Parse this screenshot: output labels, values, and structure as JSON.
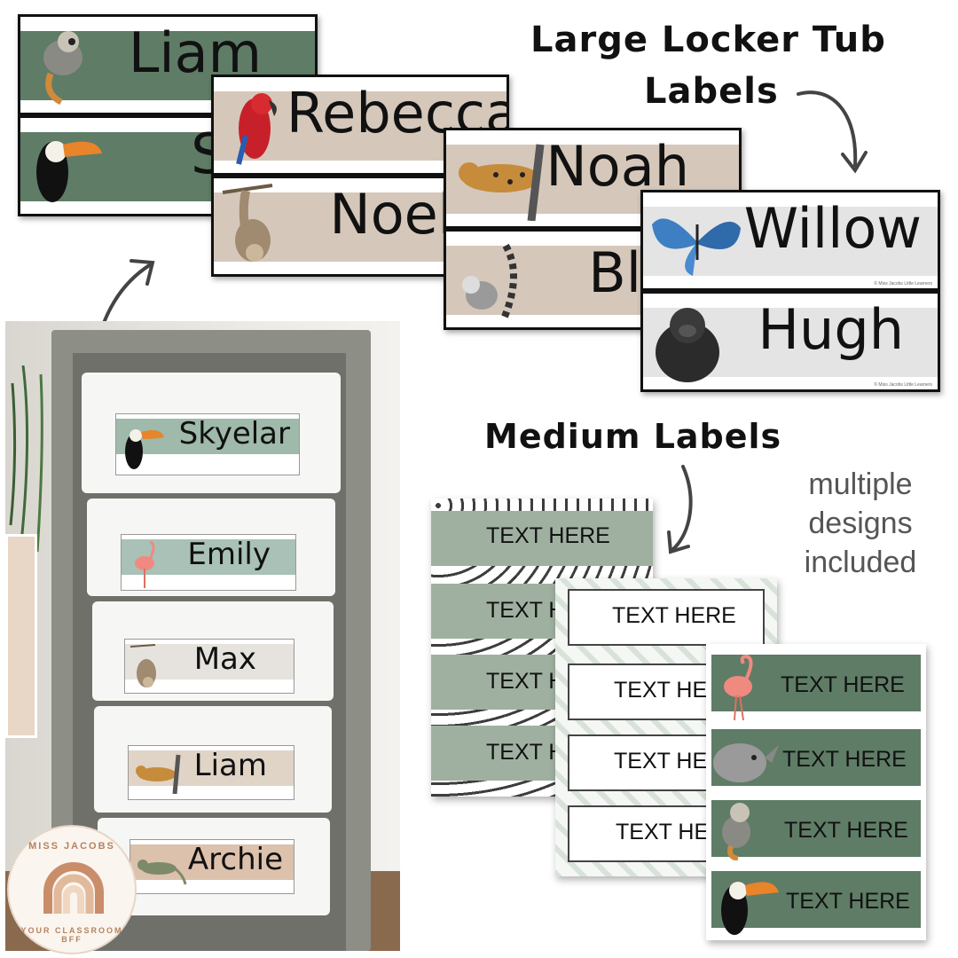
{
  "headings": {
    "large_line1": "Large Locker Tub",
    "large_line2": "Labels",
    "medium": "Medium Labels",
    "note_line1": "multiple",
    "note_line2": "designs",
    "note_line3": "included"
  },
  "large_labels": [
    {
      "name": "Liam",
      "animal": "squirrel-monkey-icon",
      "band_color": "#5f7c66"
    },
    {
      "name": "Skye",
      "animal": "toucan-icon",
      "band_color": "#5f7c66"
    },
    {
      "name": "Rebecca",
      "animal": "macaw-icon",
      "band_color": "#d5c8bb"
    },
    {
      "name": "Noel",
      "animal": "sloth-icon",
      "band_color": "#d5c8bb"
    },
    {
      "name": "Noah",
      "animal": "jaguar-icon",
      "band_color": "#d5c8bb"
    },
    {
      "name": "Bl",
      "animal": "lemur-icon",
      "band_color": "#d5c8bb"
    },
    {
      "name": "Willow",
      "animal": "butterfly-icon",
      "band_color": "#e4e4e4"
    },
    {
      "name": "Hugh",
      "animal": "gorilla-icon",
      "band_color": "#e4e4e4"
    }
  ],
  "credit": "© Miss Jacobs Little Learners",
  "medium_label_text": "TEXT HERE",
  "medium_sheet1": [
    "TEXT HERE",
    "TEXT H",
    "TEXT H",
    "TEXT H"
  ],
  "medium_sheet2": [
    "TEXT HERE",
    "TEXT HER",
    "TEXT HER",
    "TEXT HE"
  ],
  "medium_sheet3": [
    "TEXT HERE",
    "TEXT HERE",
    "TEXT HERE",
    "TEXT HERE"
  ],
  "medium_sheet3_animals": [
    "flamingo-icon",
    "rhino-icon",
    "squirrel-monkey-icon",
    "toucan-icon"
  ],
  "tub_labels": [
    {
      "name": "Skyelar",
      "animal": "toucan-icon",
      "band_color": "#9fb9aa"
    },
    {
      "name": "Emily",
      "animal": "flamingo-icon",
      "band_color": "#a9c1b7"
    },
    {
      "name": "Max",
      "animal": "sloth-icon",
      "band_color": "#e6e3df"
    },
    {
      "name": "Liam",
      "animal": "jaguar-icon",
      "band_color": "#e0d4c7"
    },
    {
      "name": "Archie",
      "animal": "iguana-icon",
      "band_color": "#dcc1ad"
    }
  ],
  "logo": {
    "top_text": "MISS JACOBS",
    "bottom_text": "YOUR CLASSROOM BFF"
  },
  "colors": {
    "sage": "#5f7c66",
    "light_sage": "#9fb0a0",
    "taupe": "#d5c8bb",
    "light_grey": "#e4e4e4",
    "rainbow_1": "#c98d6a",
    "rainbow_2": "#e1b99b",
    "rainbow_3": "#f0d7c2"
  }
}
